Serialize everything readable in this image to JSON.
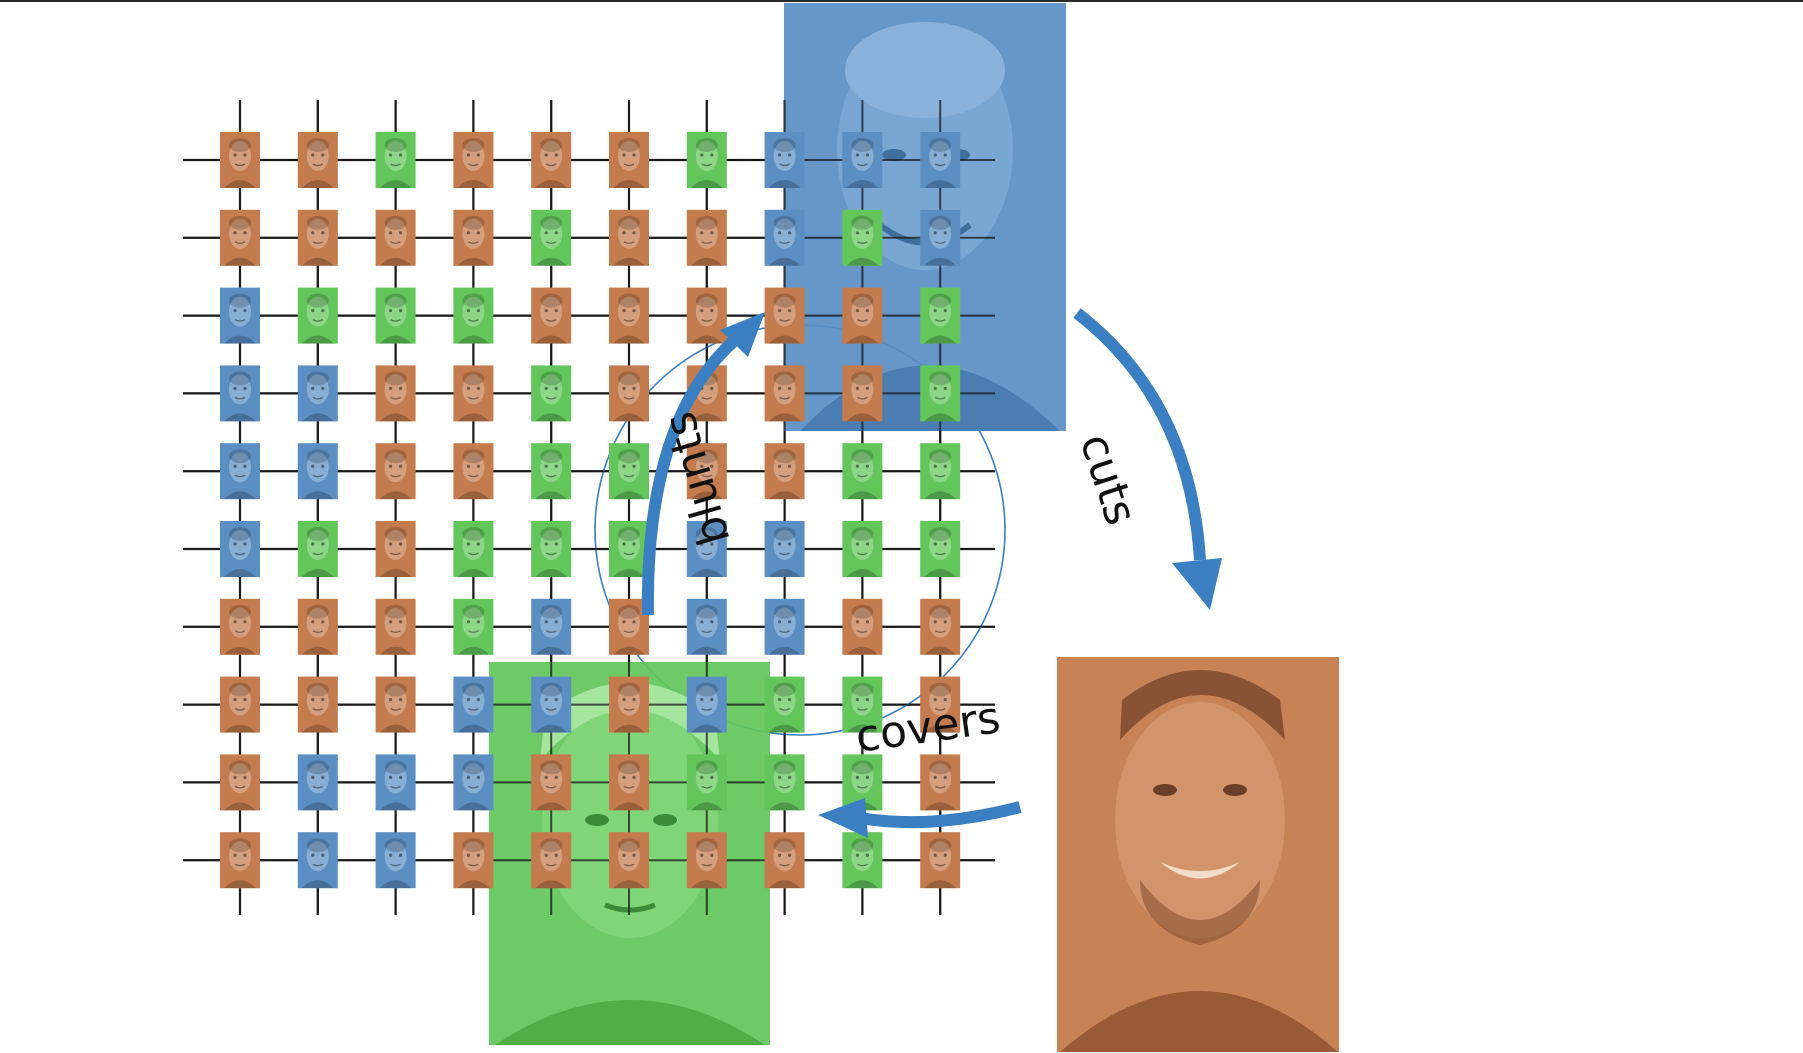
{
  "diagram": {
    "relations": {
      "cuts": "cuts",
      "covers": "covers",
      "blunts": "blunts"
    },
    "colors": {
      "blue": "#5b8fc4",
      "green": "#62c65b",
      "orange": "#c47b4d",
      "arrow": "#3a7fc2",
      "grid_line": "#1a1a1a"
    },
    "grid": {
      "rows": [
        [
          "O",
          "O",
          "G",
          "O",
          "O",
          "O",
          "G",
          "B",
          "B",
          "B"
        ],
        [
          "O",
          "O",
          "O",
          "O",
          "G",
          "O",
          "O",
          "B",
          "G",
          "B"
        ],
        [
          "B",
          "G",
          "G",
          "G",
          "O",
          "O",
          "O",
          "O",
          "O",
          "G"
        ],
        [
          "B",
          "B",
          "O",
          "O",
          "G",
          "O",
          "O",
          "O",
          "O",
          "G"
        ],
        [
          "B",
          "B",
          "O",
          "O",
          "G",
          "G",
          "O",
          "O",
          "G",
          "G"
        ],
        [
          "B",
          "G",
          "O",
          "G",
          "G",
          "G",
          "B",
          "B",
          "G",
          "G"
        ],
        [
          "O",
          "O",
          "O",
          "G",
          "B",
          "O",
          "B",
          "B",
          "O",
          "O"
        ],
        [
          "O",
          "O",
          "O",
          "B",
          "B",
          "O",
          "B",
          "G",
          "G",
          "O"
        ],
        [
          "O",
          "B",
          "B",
          "B",
          "O",
          "O",
          "G",
          "G",
          "G",
          "O"
        ],
        [
          "O",
          "B",
          "B",
          "O",
          "O",
          "O",
          "O",
          "O",
          "G",
          "O"
        ]
      ]
    },
    "portraits": [
      {
        "id": "blue-player",
        "color": "blue"
      },
      {
        "id": "orange-player",
        "color": "orange"
      },
      {
        "id": "green-player",
        "color": "green"
      }
    ]
  }
}
